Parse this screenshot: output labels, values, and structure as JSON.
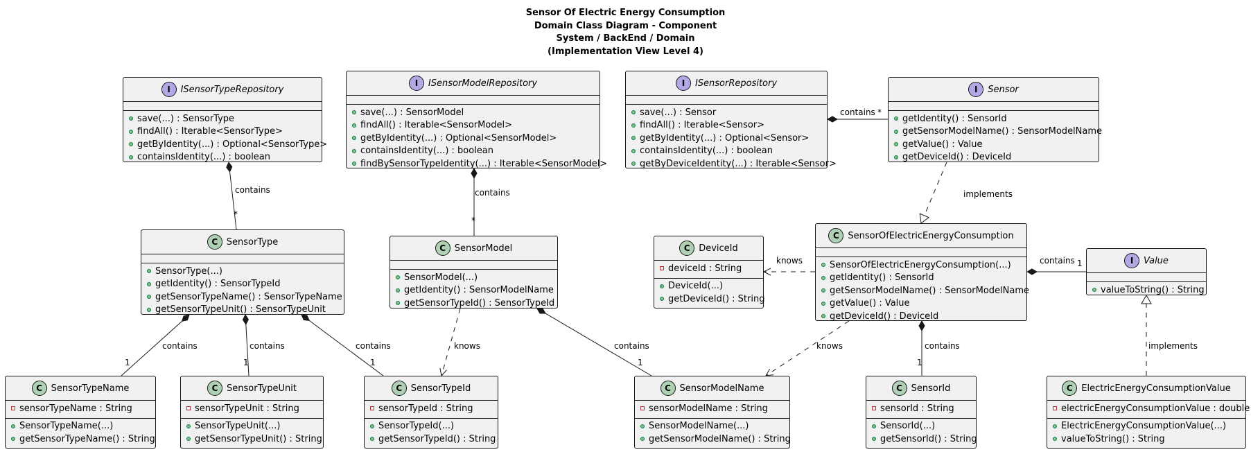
{
  "title": [
    "Sensor Of Electric Energy Consumption",
    "Domain Class Diagram - Component",
    "System / BackEnd / Domain",
    "(Implementation View Level 4)"
  ],
  "classes": {
    "ISensorTypeRepository": {
      "kind": "I",
      "abstract": true,
      "name": "ISensorTypeRepository",
      "sections": [
        [],
        [
          {
            "v": "+",
            "t": "save(...) : SensorType"
          },
          {
            "v": "+",
            "t": "findAll() : Iterable<SensorType>"
          },
          {
            "v": "+",
            "t": "getByIdentity(...) : Optional<SensorType>"
          },
          {
            "v": "+",
            "t": "containsIdentity(...) : boolean"
          }
        ]
      ]
    },
    "ISensorModelRepository": {
      "kind": "I",
      "abstract": true,
      "name": "ISensorModelRepository",
      "sections": [
        [],
        [
          {
            "v": "+",
            "t": "save(...) : SensorModel"
          },
          {
            "v": "+",
            "t": "findAll() : Iterable<SensorModel>"
          },
          {
            "v": "+",
            "t": "getByIdentity(...) : Optional<SensorModel>"
          },
          {
            "v": "+",
            "t": "containsIdentity(...) : boolean"
          },
          {
            "v": "+",
            "t": "findBySensorTypeIdentity(...) : Iterable<SensorModel>"
          }
        ]
      ]
    },
    "ISensorRepository": {
      "kind": "I",
      "abstract": true,
      "name": "ISensorRepository",
      "sections": [
        [],
        [
          {
            "v": "+",
            "t": "save(...) : Sensor"
          },
          {
            "v": "+",
            "t": "findAll() : Iterable<Sensor>"
          },
          {
            "v": "+",
            "t": "getByIdentity(...) : Optional<Sensor>"
          },
          {
            "v": "+",
            "t": "containsIdentity(...) : boolean"
          },
          {
            "v": "+",
            "t": "getByDeviceIdentity(...) : Iterable<Sensor>"
          }
        ]
      ]
    },
    "Sensor": {
      "kind": "I",
      "abstract": true,
      "name": "Sensor",
      "sections": [
        [],
        [
          {
            "v": "+",
            "t": "getIdentity() : SensorId"
          },
          {
            "v": "+",
            "t": "getSensorModelName() : SensorModelName"
          },
          {
            "v": "+",
            "t": "getValue() : Value"
          },
          {
            "v": "+",
            "t": "getDeviceId() : DeviceId"
          }
        ]
      ]
    },
    "SensorType": {
      "kind": "C",
      "abstract": false,
      "name": "SensorType",
      "sections": [
        [],
        [
          {
            "v": "+",
            "t": "SensorType(...)"
          },
          {
            "v": "+",
            "t": "getIdentity() : SensorTypeId"
          },
          {
            "v": "+",
            "t": "getSensorTypeName() : SensorTypeName"
          },
          {
            "v": "+",
            "t": "getSensorTypeUnit() : SensorTypeUnit"
          }
        ]
      ]
    },
    "SensorModel": {
      "kind": "C",
      "abstract": false,
      "name": "SensorModel",
      "sections": [
        [],
        [
          {
            "v": "+",
            "t": "SensorModel(...)"
          },
          {
            "v": "+",
            "t": "getIdentity() : SensorModelName"
          },
          {
            "v": "+",
            "t": "getSensorTypeId() : SensorTypeId"
          }
        ]
      ]
    },
    "DeviceId": {
      "kind": "C",
      "abstract": false,
      "name": "DeviceId",
      "sections": [
        [
          {
            "v": "-",
            "t": "deviceId : String"
          }
        ],
        [
          {
            "v": "+",
            "t": "DeviceId(...)"
          },
          {
            "v": "+",
            "t": "getDeviceId() : String"
          }
        ]
      ]
    },
    "SensorOfElectricEnergyConsumption": {
      "kind": "C",
      "abstract": false,
      "name": "SensorOfElectricEnergyConsumption",
      "sections": [
        [],
        [
          {
            "v": "+",
            "t": "SensorOfElectricEnergyConsumption(...)"
          },
          {
            "v": "+",
            "t": "getIdentity() : SensorId"
          },
          {
            "v": "+",
            "t": "getSensorModelName() : SensorModelName"
          },
          {
            "v": "+",
            "t": "getValue() : Value"
          },
          {
            "v": "+",
            "t": "getDeviceId() : DeviceId"
          }
        ]
      ]
    },
    "Value": {
      "kind": "I",
      "abstract": true,
      "name": "Value",
      "sections": [
        [],
        [
          {
            "v": "+",
            "t": "valueToString() : String"
          }
        ]
      ]
    },
    "SensorTypeName": {
      "kind": "C",
      "abstract": false,
      "name": "SensorTypeName",
      "sections": [
        [
          {
            "v": "-",
            "t": "sensorTypeName : String"
          }
        ],
        [
          {
            "v": "+",
            "t": "SensorTypeName(...)"
          },
          {
            "v": "+",
            "t": "getSensorTypeName() : String"
          }
        ]
      ]
    },
    "SensorTypeUnit": {
      "kind": "C",
      "abstract": false,
      "name": "SensorTypeUnit",
      "sections": [
        [
          {
            "v": "-",
            "t": "sensorTypeUnit : String"
          }
        ],
        [
          {
            "v": "+",
            "t": "SensorTypeUnit(...)"
          },
          {
            "v": "+",
            "t": "getSensorTypeUnit() : String"
          }
        ]
      ]
    },
    "SensorTypeId": {
      "kind": "C",
      "abstract": false,
      "name": "SensorTypeId",
      "sections": [
        [
          {
            "v": "-",
            "t": "sensorTypeId : String"
          }
        ],
        [
          {
            "v": "+",
            "t": "SensorTypeId(...)"
          },
          {
            "v": "+",
            "t": "getSensorTypeId() : String"
          }
        ]
      ]
    },
    "SensorModelName": {
      "kind": "C",
      "abstract": false,
      "name": "SensorModelName",
      "sections": [
        [
          {
            "v": "-",
            "t": "sensorModelName : String"
          }
        ],
        [
          {
            "v": "+",
            "t": "SensorModelName(...)"
          },
          {
            "v": "+",
            "t": "getSensorModelName() : String"
          }
        ]
      ]
    },
    "SensorId": {
      "kind": "C",
      "abstract": false,
      "name": "SensorId",
      "sections": [
        [
          {
            "v": "-",
            "t": "sensorId : String"
          }
        ],
        [
          {
            "v": "+",
            "t": "SensorId(...)"
          },
          {
            "v": "+",
            "t": "getSensorId() : String"
          }
        ]
      ]
    },
    "ElectricEnergyConsumptionValue": {
      "kind": "C",
      "abstract": false,
      "name": "ElectricEnergyConsumptionValue",
      "sections": [
        [
          {
            "v": "-",
            "t": "electricEnergyConsumptionValue : double"
          }
        ],
        [
          {
            "v": "+",
            "t": "ElectricEnergyConsumptionValue(...)"
          },
          {
            "v": "+",
            "t": "valueToString() : String"
          }
        ]
      ]
    }
  },
  "relations": [
    {
      "from": "ISensorTypeRepository",
      "to": "SensorType",
      "type": "composition",
      "label": "contains",
      "mult": "*"
    },
    {
      "from": "ISensorModelRepository",
      "to": "SensorModel",
      "type": "composition",
      "label": "contains",
      "mult": "*"
    },
    {
      "from": "ISensorRepository",
      "to": "Sensor",
      "type": "composition",
      "label": "contains",
      "mult": "*"
    },
    {
      "from": "SensorOfElectricEnergyConsumption",
      "to": "Sensor",
      "type": "implements",
      "label": "implements",
      "mult": ""
    },
    {
      "from": "SensorOfElectricEnergyConsumption",
      "to": "DeviceId",
      "type": "knows",
      "label": "knows",
      "mult": ""
    },
    {
      "from": "SensorOfElectricEnergyConsumption",
      "to": "Value",
      "type": "composition",
      "label": "contains",
      "mult": "1"
    },
    {
      "from": "SensorType",
      "to": "SensorTypeName",
      "type": "composition",
      "label": "contains",
      "mult": "1"
    },
    {
      "from": "SensorType",
      "to": "SensorTypeUnit",
      "type": "composition",
      "label": "contains",
      "mult": "1"
    },
    {
      "from": "SensorType",
      "to": "SensorTypeId",
      "type": "composition",
      "label": "contains",
      "mult": "1"
    },
    {
      "from": "SensorModel",
      "to": "SensorTypeId",
      "type": "knows",
      "label": "knows",
      "mult": ""
    },
    {
      "from": "SensorModel",
      "to": "SensorModelName",
      "type": "composition",
      "label": "contains",
      "mult": "1"
    },
    {
      "from": "SensorOfElectricEnergyConsumption",
      "to": "SensorModelName",
      "type": "knows",
      "label": "knows",
      "mult": ""
    },
    {
      "from": "SensorOfElectricEnergyConsumption",
      "to": "SensorId",
      "type": "composition",
      "label": "contains",
      "mult": "1"
    },
    {
      "from": "ElectricEnergyConsumptionValue",
      "to": "Value",
      "type": "implements",
      "label": "implements",
      "mult": ""
    }
  ]
}
